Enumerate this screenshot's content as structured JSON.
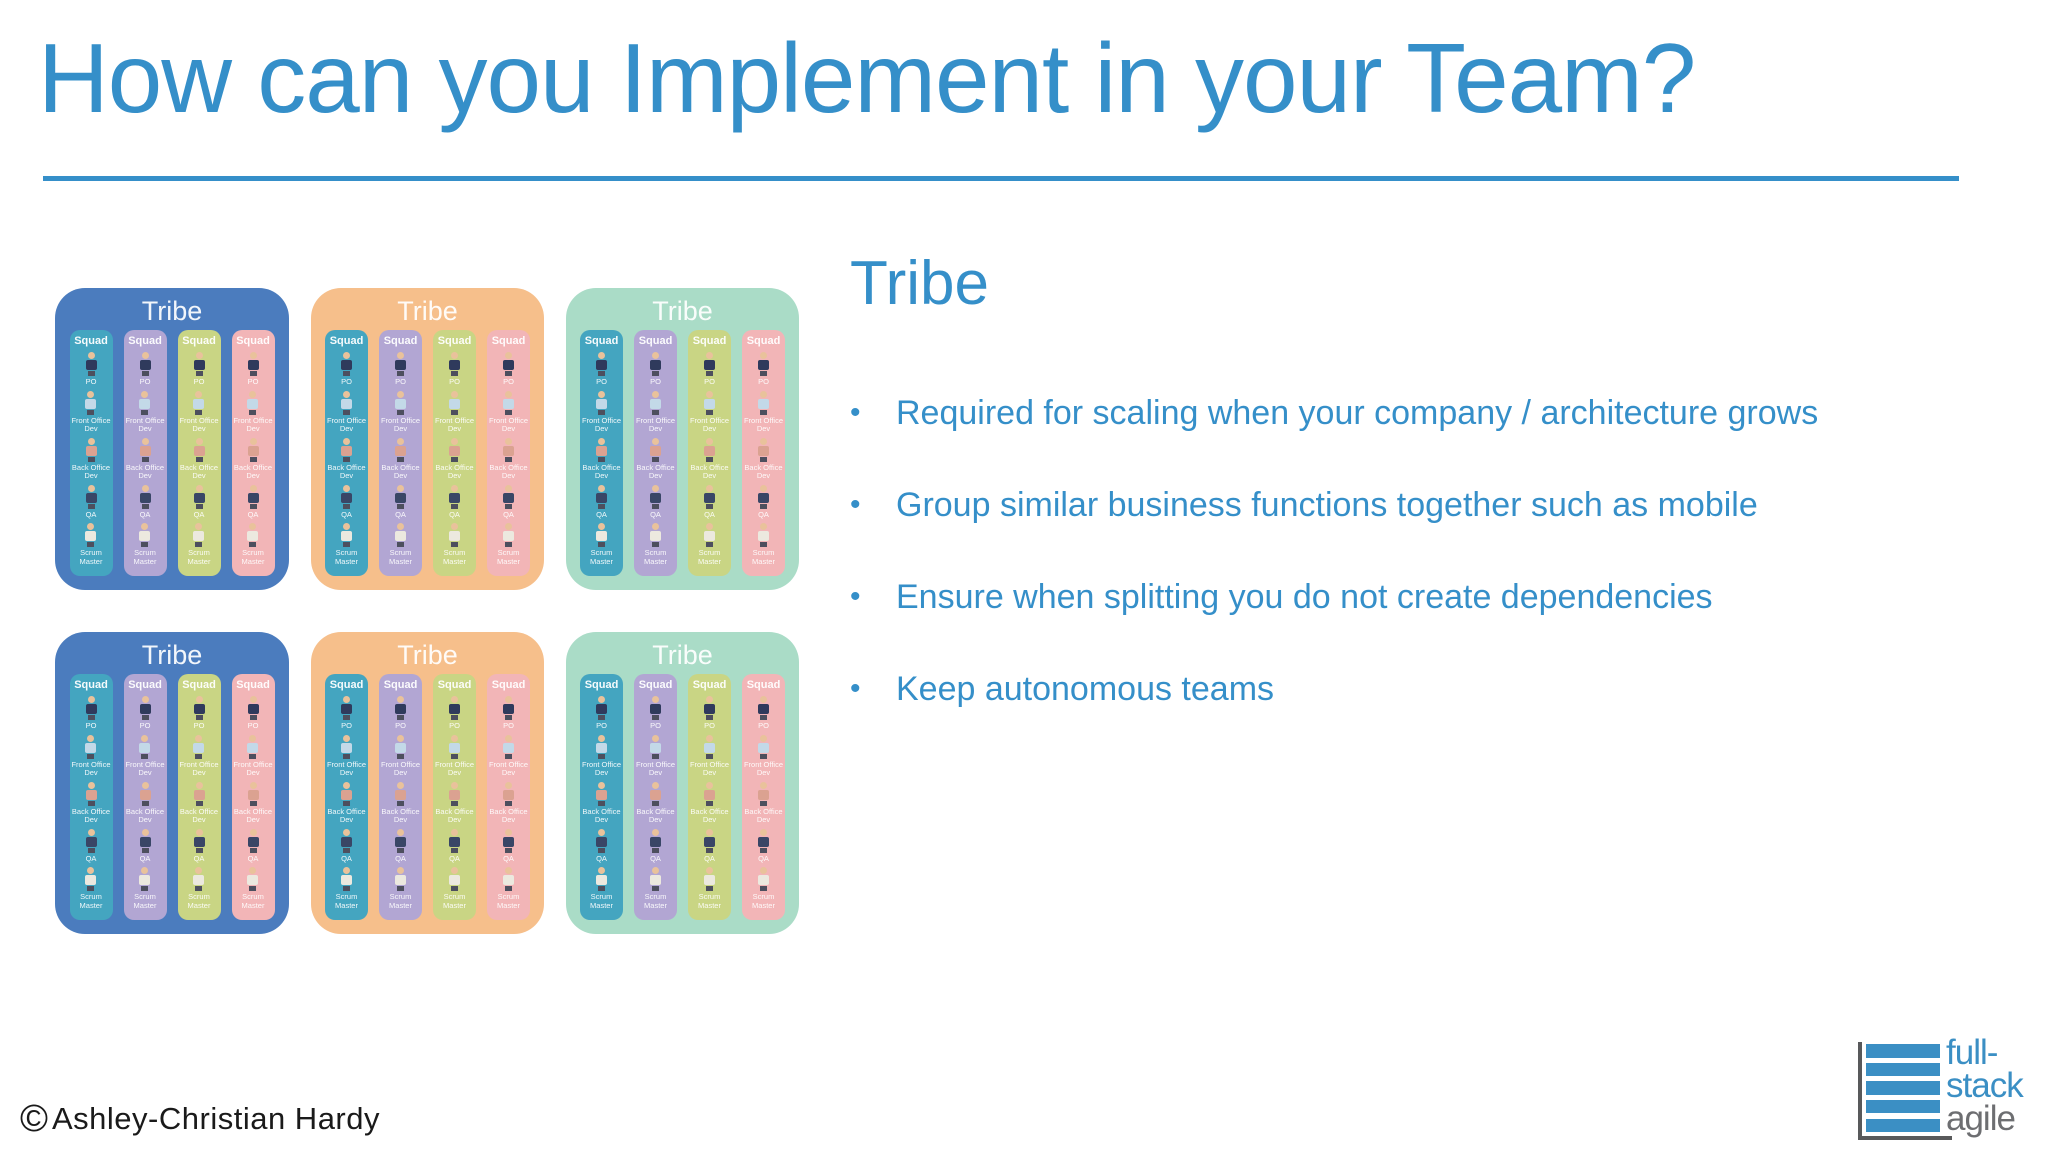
{
  "slide": {
    "title": "How can you Implement in your Team?",
    "heading": "Tribe",
    "bullet_char": "•",
    "bullets": [
      "Required for scaling when your company / architecture grows",
      "Group similar business functions together such as mobile",
      "Ensure when splitting you do not create dependencies",
      "Keep autonomous teams"
    ],
    "copyright_symbol": "©",
    "copyright": "Ashley-Christian Hardy"
  },
  "tribes": {
    "tribe_label": "Tribe",
    "squad_label": "Squad",
    "roles": [
      "PO",
      "Front Office\nDev",
      "Back Office\nDev",
      "QA",
      "Scrum\nMaster"
    ],
    "box_colors": [
      "#4b7cbe",
      "#f6bf8b",
      "#aadcc7",
      "#4b7cbe",
      "#f6bf8b",
      "#aadcc7"
    ],
    "squad_colors": [
      "#44a5c0",
      "#b2a6d3",
      "#c9d584",
      "#f2b5b7"
    ],
    "member_shirt_colors": [
      "#2f3a5c",
      "#c3d9e8",
      "#dba291",
      "#394666",
      "#ece9df"
    ]
  },
  "logo": {
    "line1": "full-",
    "line2": "stack",
    "line3": "agile",
    "bar_count": 5
  },
  "colors": {
    "accent": "#358fc9",
    "ink": "#1a1a1a",
    "logo_blue": "#3b8fc4",
    "logo_gray": "#6d6e71",
    "axis_gray": "#58595b"
  }
}
